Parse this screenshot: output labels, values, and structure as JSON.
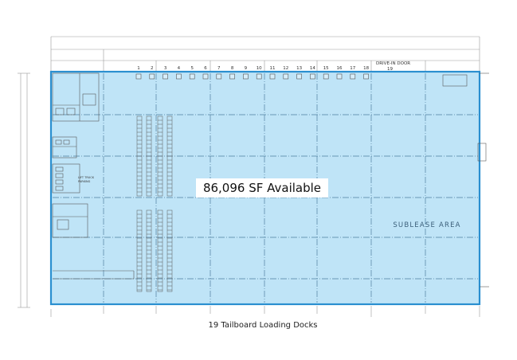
{
  "plan": {
    "available_label": "86,096 SF Available",
    "area_label": "SUBLEASE AREA",
    "caption": "19 Tailboard Loading Docks",
    "drive_in_door_label": "DRIVE-IN DOOR",
    "drive_in_door_number": "19",
    "dock_numbers": [
      "1",
      "2",
      "3",
      "4",
      "5",
      "6",
      "7",
      "8",
      "9",
      "10",
      "11",
      "12",
      "13",
      "14",
      "15",
      "16",
      "17",
      "18"
    ],
    "colors": {
      "available_fill": "#bfe4f7",
      "outline": "#2a8fd0",
      "linework": "#555555"
    }
  }
}
